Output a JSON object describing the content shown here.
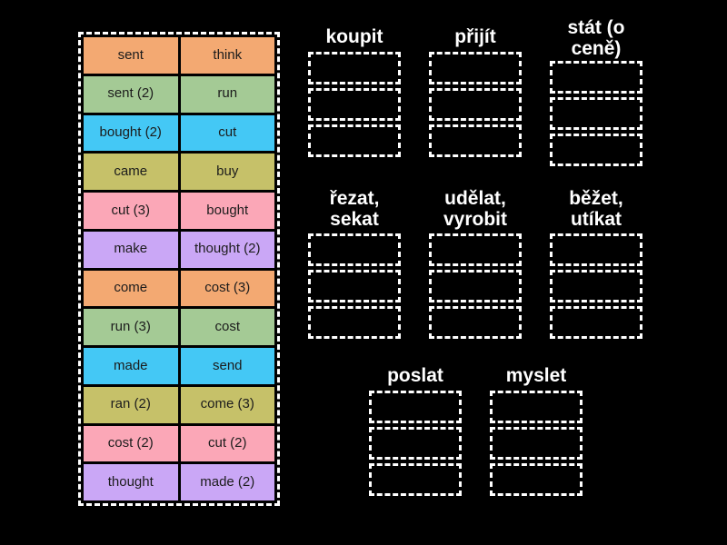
{
  "activity": {
    "type": "drag-and-drop-matching",
    "background_color": "#000000"
  },
  "tile_tray": {
    "columns": 2,
    "rows": 12,
    "palette": {
      "orange": "#f3a972",
      "green": "#a4ca95",
      "cyan": "#44c8f5",
      "khaki": "#c6c169",
      "pink": "#fba7b7",
      "purple": "#caa7f6"
    },
    "tiles": [
      {
        "label": "sent",
        "color": "orange"
      },
      {
        "label": "think",
        "color": "orange"
      },
      {
        "label": "sent (2)",
        "color": "green"
      },
      {
        "label": "run",
        "color": "green"
      },
      {
        "label": "bought (2)",
        "color": "cyan"
      },
      {
        "label": "cut",
        "color": "cyan"
      },
      {
        "label": "came",
        "color": "khaki"
      },
      {
        "label": "buy",
        "color": "khaki"
      },
      {
        "label": "cut (3)",
        "color": "pink"
      },
      {
        "label": "bought",
        "color": "pink"
      },
      {
        "label": "make",
        "color": "purple"
      },
      {
        "label": "thought (2)",
        "color": "purple"
      },
      {
        "label": "come",
        "color": "orange"
      },
      {
        "label": "cost (3)",
        "color": "orange"
      },
      {
        "label": "run (3)",
        "color": "green"
      },
      {
        "label": "cost",
        "color": "green"
      },
      {
        "label": "made",
        "color": "cyan"
      },
      {
        "label": "send",
        "color": "cyan"
      },
      {
        "label": "ran (2)",
        "color": "khaki"
      },
      {
        "label": "come (3)",
        "color": "khaki"
      },
      {
        "label": "cost (2)",
        "color": "pink"
      },
      {
        "label": "cut (2)",
        "color": "pink"
      },
      {
        "label": "thought",
        "color": "purple"
      },
      {
        "label": "made (2)",
        "color": "purple"
      }
    ]
  },
  "zones": [
    {
      "label": "koupit",
      "slots": 3
    },
    {
      "label": "přijít",
      "slots": 3
    },
    {
      "label": "stát (o\nceně)",
      "slots": 3
    },
    {
      "label": "řezat,\nsekat",
      "slots": 3
    },
    {
      "label": "udělat,\nvyrobit",
      "slots": 3
    },
    {
      "label": "běžet,\nutíkat",
      "slots": 3
    },
    {
      "label": "poslat",
      "slots": 3
    },
    {
      "label": "myslet",
      "slots": 3
    }
  ]
}
